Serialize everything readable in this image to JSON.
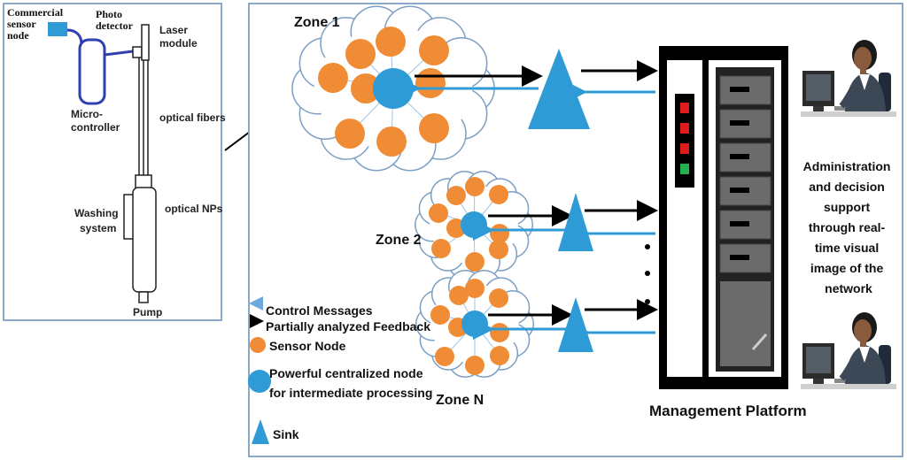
{
  "left_panel": {
    "commercial_sensor_node": [
      "Commercial",
      "sensor",
      "node"
    ],
    "photo_detector": [
      "Photo",
      "detector"
    ],
    "laser_module": [
      "Laser",
      "module"
    ],
    "micro_controller": [
      "Micro-",
      "controller"
    ],
    "optical_fibers": "optical fibers",
    "washing_system": [
      "Washing",
      "system"
    ],
    "optical_nps": "optical NPs",
    "pump": "Pump"
  },
  "zones": [
    {
      "label": "Zone 1"
    },
    {
      "label": "Zone 2"
    },
    {
      "label": "Zone N"
    }
  ],
  "legend": {
    "control_messages": "Control Messages",
    "feedback": "Partially analyzed Feedback",
    "sensor_node": "Sensor Node",
    "central_node": [
      "Powerful centralized node",
      "for intermediate processing"
    ],
    "sink": "Sink"
  },
  "platform": {
    "label": "Management Platform",
    "leds": [
      "#e01b1b",
      "#e01b1b",
      "#e01b1b",
      "#22b14c"
    ]
  },
  "admin_text": [
    "Administration",
    "and decision",
    "support",
    "through real-",
    "time visual",
    "image of the",
    "network"
  ],
  "colors": {
    "sensor_node": "#ef8c35",
    "central_node": "#2e9bd6",
    "sink": "#2e9bd6",
    "frame_border": "#8aa8c8",
    "rack": "#000000"
  }
}
